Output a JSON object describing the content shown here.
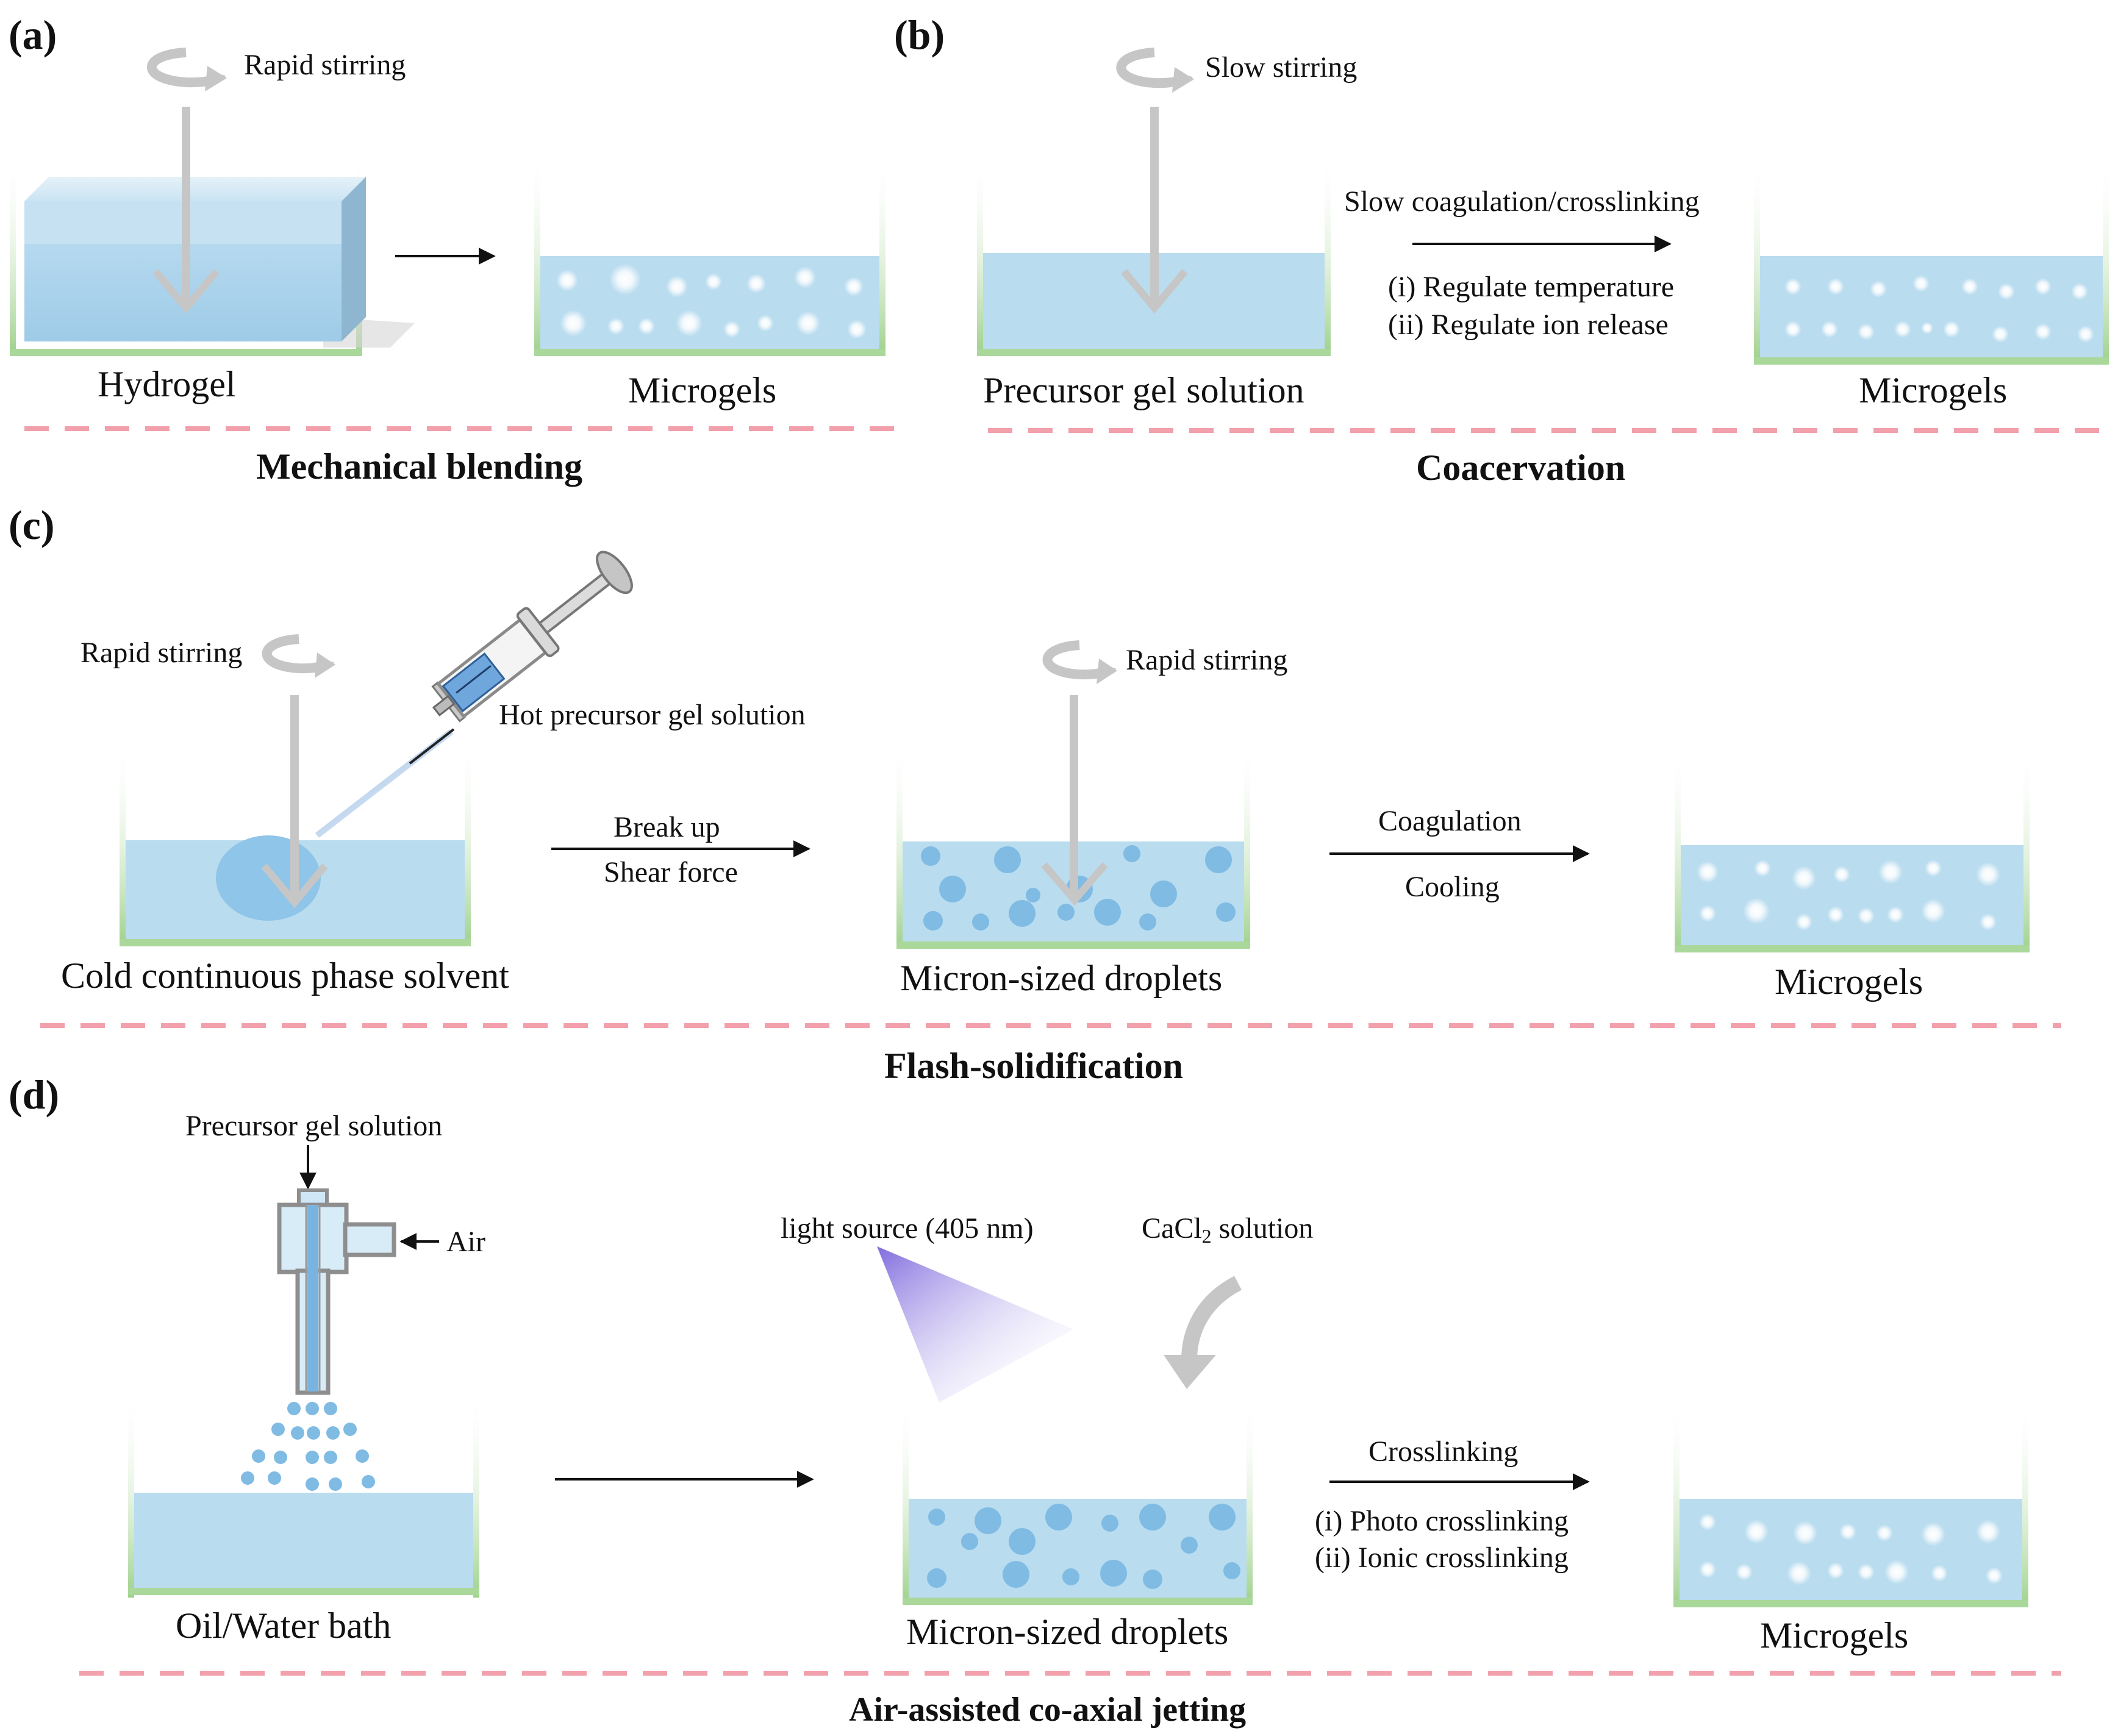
{
  "colors": {
    "liquid": "#b9dcef",
    "liquid_dark": "#9ccbe6",
    "droplet": "#7fbbe3",
    "container_edge": "#a9d89a",
    "stirrer": "#c6c6c6",
    "divider": "#f2a0ab",
    "light_source": "#8a78e0"
  },
  "panels": {
    "a": {
      "tag": "(a)",
      "stir_label": "Rapid stirring",
      "left_label": "Hydrogel",
      "right_label": "Microgels",
      "title": "Mechanical blending"
    },
    "b": {
      "tag": "(b)",
      "stir_label": "Slow stirring",
      "left_label": "Precursor gel solution",
      "arrow_top": "Slow coagulation/crosslinking",
      "arrow_bottom_1": "(i) Regulate temperature",
      "arrow_bottom_2": "(ii) Regulate ion release",
      "right_label": "Microgels",
      "title": "Coacervation"
    },
    "c": {
      "tag": "(c)",
      "stir_label_1": "Rapid stirring",
      "syringe_label": "Hot precursor gel solution",
      "left_label": "Cold  continuous phase solvent",
      "arrow1_top": "Break up",
      "arrow1_bottom": "Shear force",
      "stir_label_2": "Rapid stirring",
      "middle_label": "Micron-sized droplets",
      "arrow2_top": "Coagulation",
      "arrow2_bottom": "Cooling",
      "right_label": "Microgels",
      "title": "Flash-solidification"
    },
    "d": {
      "tag": "(d)",
      "input_label": "Precursor gel solution",
      "air_label": "Air",
      "left_label": "Oil/Water bath",
      "light_label": "light source (405 nm)",
      "cacl_label": "CaCl",
      "cacl_sub": "2",
      "cacl_rest": " solution",
      "middle_label": "Micron-sized droplets",
      "arrow_top": "Crosslinking",
      "arrow_bottom_1": "(i) Photo crosslinking",
      "arrow_bottom_2": "(ii) Ionic crosslinking",
      "right_label": "Microgels",
      "title": "Air-assisted co-axial jetting"
    }
  }
}
